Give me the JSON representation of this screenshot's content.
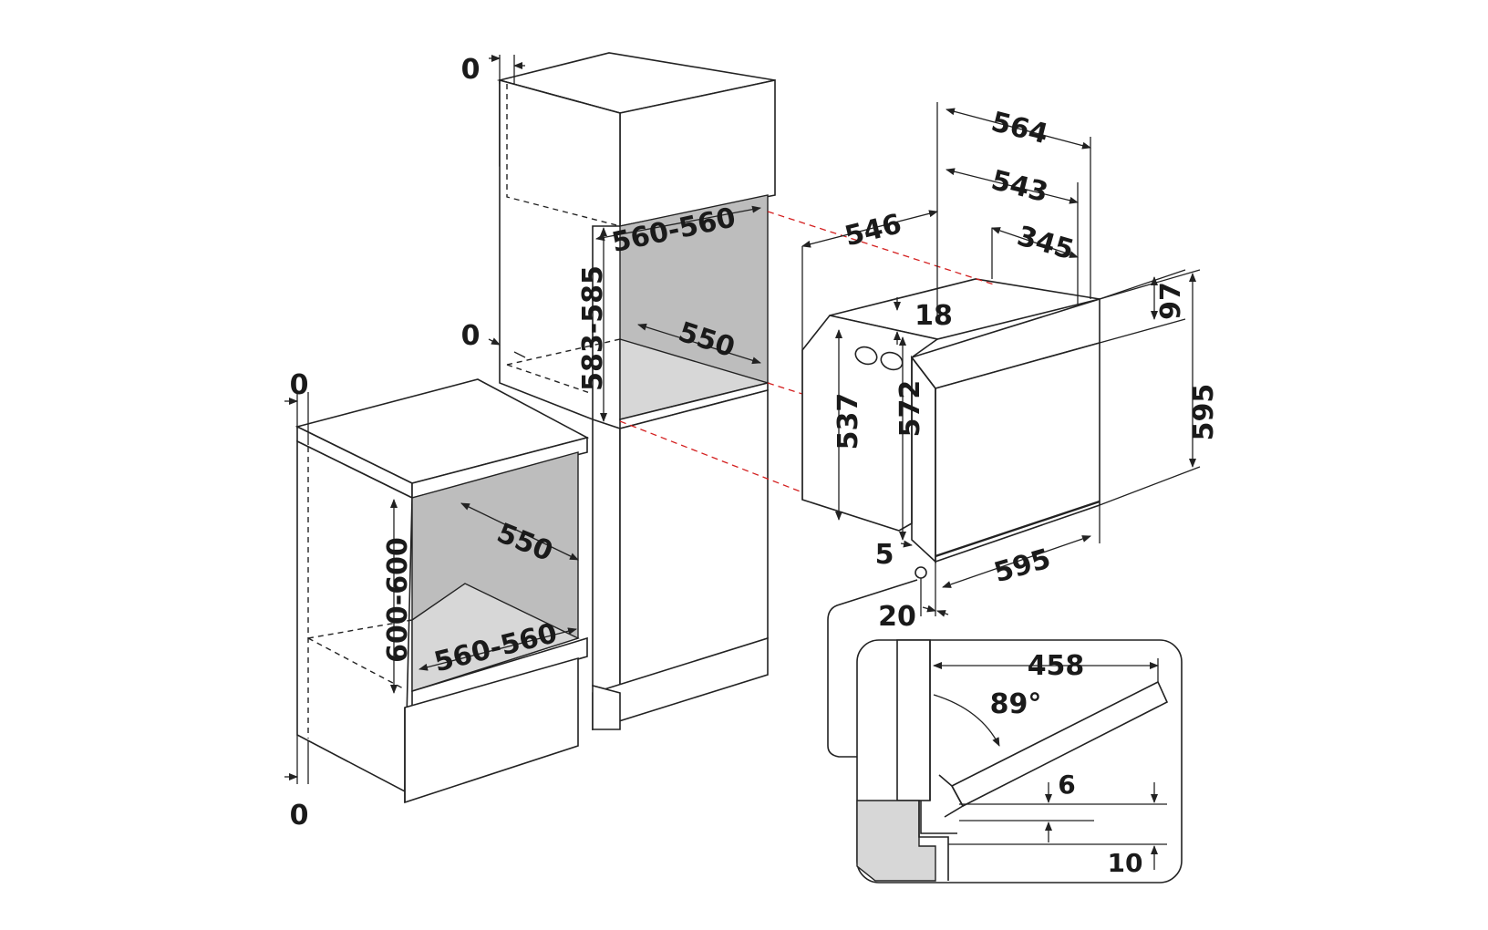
{
  "colors": {
    "line": "#222222",
    "cavity_fill": "#bdbdbd",
    "floor_fill": "#d7d7d7",
    "guide_red": "#d42020",
    "background": "#ffffff"
  },
  "tall_cabinet": {
    "clearance_top": "0",
    "clearance_mid": "0",
    "cavity_width": "560-560",
    "cavity_height": "583-585",
    "cavity_depth": "550"
  },
  "base_cabinet": {
    "clearance_top": "0",
    "clearance_bottom": "0",
    "cavity_height": "600-600",
    "cavity_depth": "550",
    "cavity_width": "560-560"
  },
  "oven": {
    "top_depth_overall": "564",
    "top_depth_body": "543",
    "body_depth": "546",
    "rear_depth": "345",
    "front_top_offset": "18",
    "panel_height_top": "97",
    "overall_height": "595",
    "body_height_side": "537",
    "body_height": "572",
    "front_width": "595",
    "bottom_gap": "5",
    "front_thickness": "20"
  },
  "door_detail": {
    "door_depth": "458",
    "opening_angle": "89°",
    "hinge_gap": "6",
    "base_gap": "10"
  }
}
